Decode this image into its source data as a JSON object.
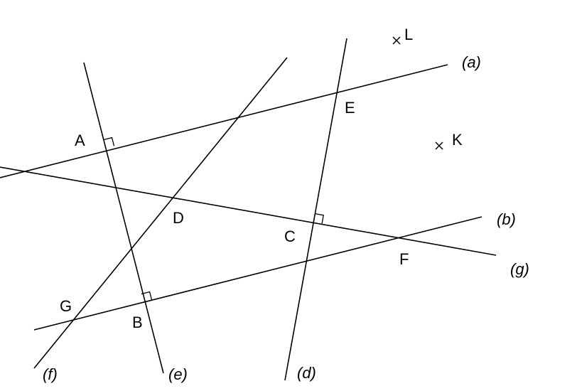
{
  "points": {
    "A": "A",
    "B": "B",
    "C": "C",
    "D": "D",
    "E": "E",
    "F": "F",
    "G": "G",
    "K": "K",
    "L": "L"
  },
  "lines": {
    "a": "(a)",
    "b": "(b)",
    "d": "(d)",
    "e": "(e)",
    "f": "(f)",
    "g": "(g)"
  }
}
